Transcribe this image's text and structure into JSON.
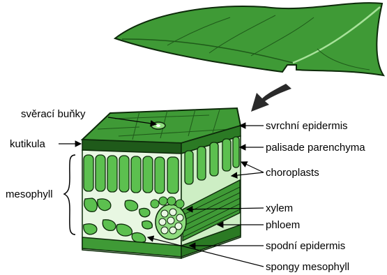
{
  "colors": {
    "leaf": "#3f9a36",
    "leaf_dark": "#1f5a1a",
    "cell": "#5cc04f",
    "cell_light": "#8fdc7f",
    "outline": "#0d2a0a",
    "arrow": "#2a2a2a"
  },
  "labels": {
    "guard_cells": "svěrací buňky",
    "cuticle": "kutikula",
    "mesophyll": "mesophyll",
    "upper_epidermis": "svrchní epidermis",
    "palisade": "palisade parenchyma",
    "chloroplasts": "choroplasts",
    "xylem": "xylem",
    "phloem": "phloem",
    "lower_epidermis": "spodní epidermis",
    "spongy": "spongy mesophyll"
  }
}
